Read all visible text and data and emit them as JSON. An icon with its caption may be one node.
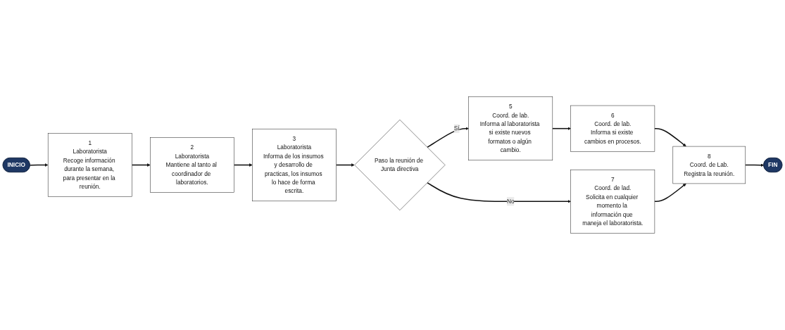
{
  "diagram": {
    "nodes": [
      {
        "text": [
          "INICIO"
        ]
      },
      {
        "text": [
          "1",
          "Laboratorista",
          "Recoge información durante la semana, para presentar en la reunión."
        ]
      },
      {
        "text": [
          "2",
          "Laboratorista",
          "Mantiene al tanto al coordinador de laboratorios."
        ]
      },
      {
        "text": [
          "3",
          "Laboratorista",
          "Informa de los insumos y desarrollo de practicas, los insumos lo hace de forma escrita."
        ]
      },
      {
        "text": [
          "Paso la reunión de Junta directiva"
        ]
      },
      {
        "text": [
          "5",
          "Coord. de lab.",
          "Informa al laboratorista si existe nuevos formatos o algún cambio."
        ]
      },
      {
        "text": [
          "7",
          "Coord. de lad.",
          "Solicita en cualquier momento la información que maneja el laboratorista."
        ]
      },
      {
        "text": [
          "8",
          "Coord. de Lab.",
          "Registra la reunión."
        ]
      },
      {
        "text": [
          "6",
          "Coord. de lab.",
          "Informa si existe cambios en procesos."
        ]
      },
      {
        "text": [
          "FIN"
        ]
      }
    ],
    "edges": [
      {
        "from": 0,
        "to": 1,
        "arrow": "to"
      },
      {
        "from": 1,
        "to": 2,
        "arrow": "to"
      },
      {
        "from": 2,
        "to": 3,
        "arrow": "to"
      },
      {
        "from": 3,
        "to": 4,
        "arrow": "to"
      },
      {
        "from": 4,
        "to": 5,
        "arrow": "to",
        "label": "Sí"
      },
      {
        "from": 4,
        "to": 6,
        "arrow": "to",
        "label": "No"
      },
      {
        "from": 5,
        "to": 8,
        "arrow": "to"
      },
      {
        "from": 8,
        "to": 7,
        "arrow": "to"
      },
      {
        "from": 6,
        "to": 7,
        "arrow": "to"
      },
      {
        "from": 7,
        "to": 9,
        "arrow": "to"
      }
    ]
  }
}
